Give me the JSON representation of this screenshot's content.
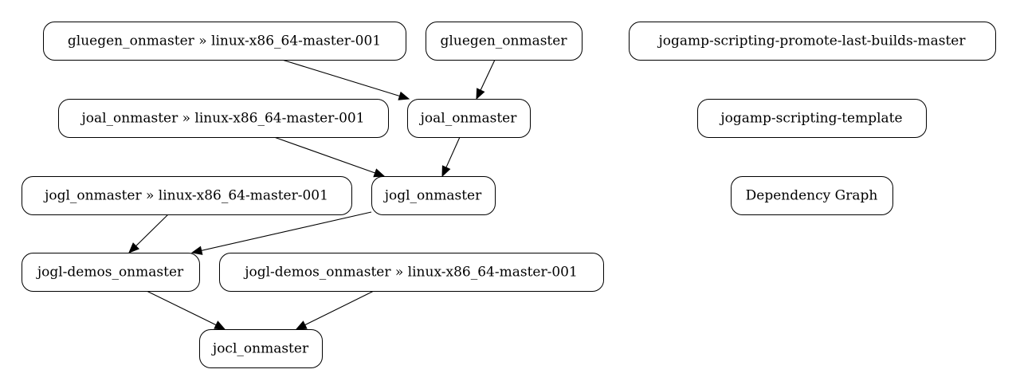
{
  "nodes": [
    {
      "id": "n1",
      "label": "gluegen_onmaster » linux-x86_64-master-001"
    },
    {
      "id": "n2",
      "label": "gluegen_onmaster"
    },
    {
      "id": "n3",
      "label": "jogamp-scripting-promote-last-builds-master"
    },
    {
      "id": "n4",
      "label": "joal_onmaster » linux-x86_64-master-001"
    },
    {
      "id": "n5",
      "label": "joal_onmaster"
    },
    {
      "id": "n6",
      "label": "jogamp-scripting-template"
    },
    {
      "id": "n7",
      "label": "jogl_onmaster » linux-x86_64-master-001"
    },
    {
      "id": "n8",
      "label": "jogl_onmaster"
    },
    {
      "id": "n9",
      "label": "Dependency Graph"
    },
    {
      "id": "n10",
      "label": "jogl-demos_onmaster"
    },
    {
      "id": "n11",
      "label": "jogl-demos_onmaster » linux-x86_64-master-001"
    },
    {
      "id": "n12",
      "label": "jocl_onmaster"
    }
  ],
  "edges": [
    {
      "from": "n1",
      "to": "n5"
    },
    {
      "from": "n2",
      "to": "n5"
    },
    {
      "from": "n4",
      "to": "n8"
    },
    {
      "from": "n5",
      "to": "n8"
    },
    {
      "from": "n7",
      "to": "n10"
    },
    {
      "from": "n8",
      "to": "n10"
    },
    {
      "from": "n10",
      "to": "n12"
    },
    {
      "from": "n11",
      "to": "n12"
    }
  ]
}
